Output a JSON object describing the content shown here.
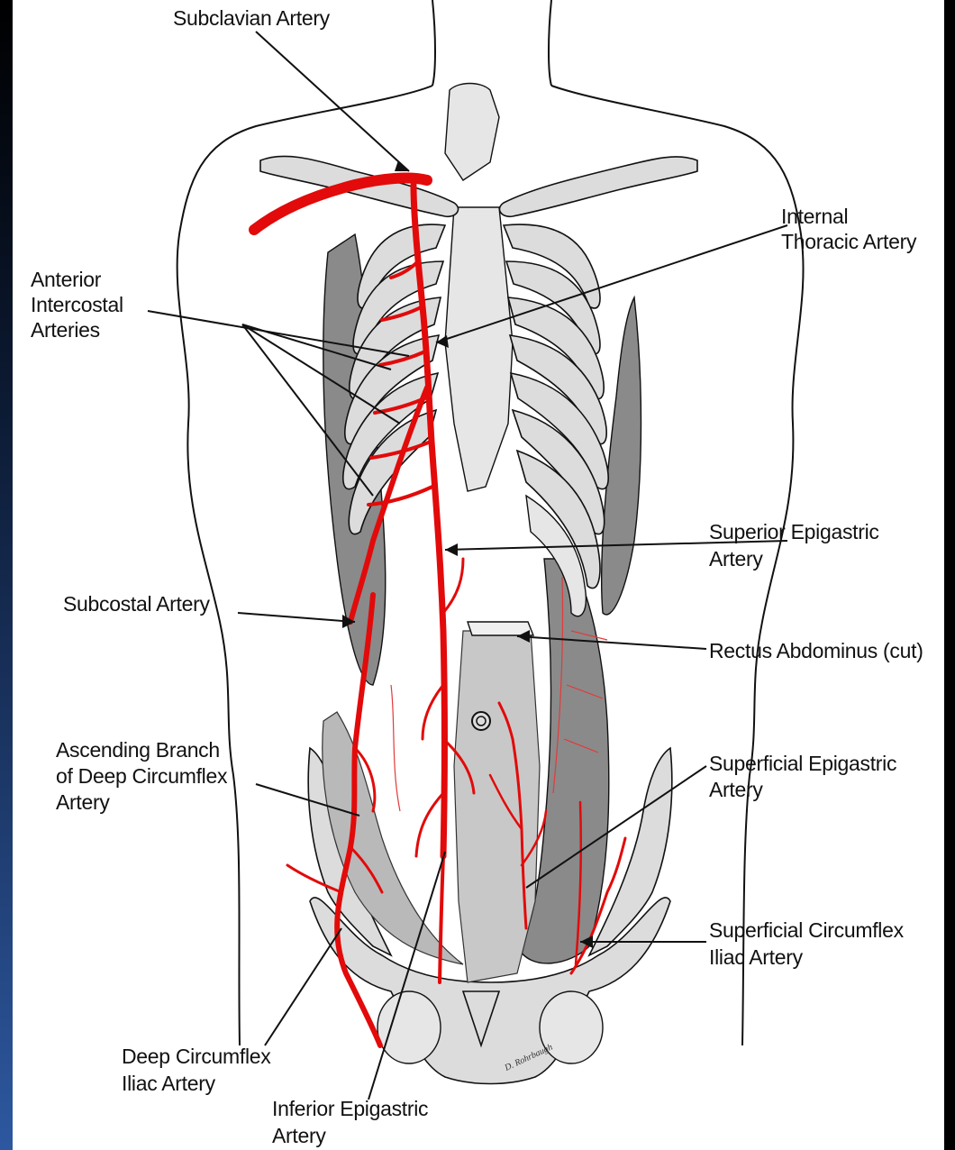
{
  "diagram": {
    "labels": {
      "subclavian": "Subclavian Artery",
      "internal_thoracic_1": "Internal",
      "internal_thoracic_2": "Thoracic Artery",
      "anterior_intercostal_1": "Anterior",
      "anterior_intercostal_2": "Intercostal",
      "anterior_intercostal_3": "Arteries",
      "superior_epigastric_1": "Superior Epigastric",
      "superior_epigastric_2": "Artery",
      "subcostal": "Subcostal Artery",
      "rectus": "Rectus Abdominus (cut)",
      "ascending_branch_1": "Ascending Branch",
      "ascending_branch_2": "of Deep Circumflex",
      "ascending_branch_3": "Artery",
      "superficial_epigastric_1": "Superficial Epigastric",
      "superficial_epigastric_2": "Artery",
      "superficial_circumflex_1": "Superficial Circumflex",
      "superficial_circumflex_2": "Iliac Artery",
      "deep_circumflex_1": "Deep Circumflex",
      "deep_circumflex_2": "Iliac Artery",
      "inferior_epigastric_1": "Inferior Epigastric",
      "inferior_epigastric_2": "Artery"
    },
    "signature": "D. Rohrbaugh",
    "colors": {
      "artery": "#e20a0a",
      "bone": "#dcdcdc",
      "muscle": "#8a8a8a",
      "background": "#ffffff",
      "frame": "#000000"
    }
  }
}
